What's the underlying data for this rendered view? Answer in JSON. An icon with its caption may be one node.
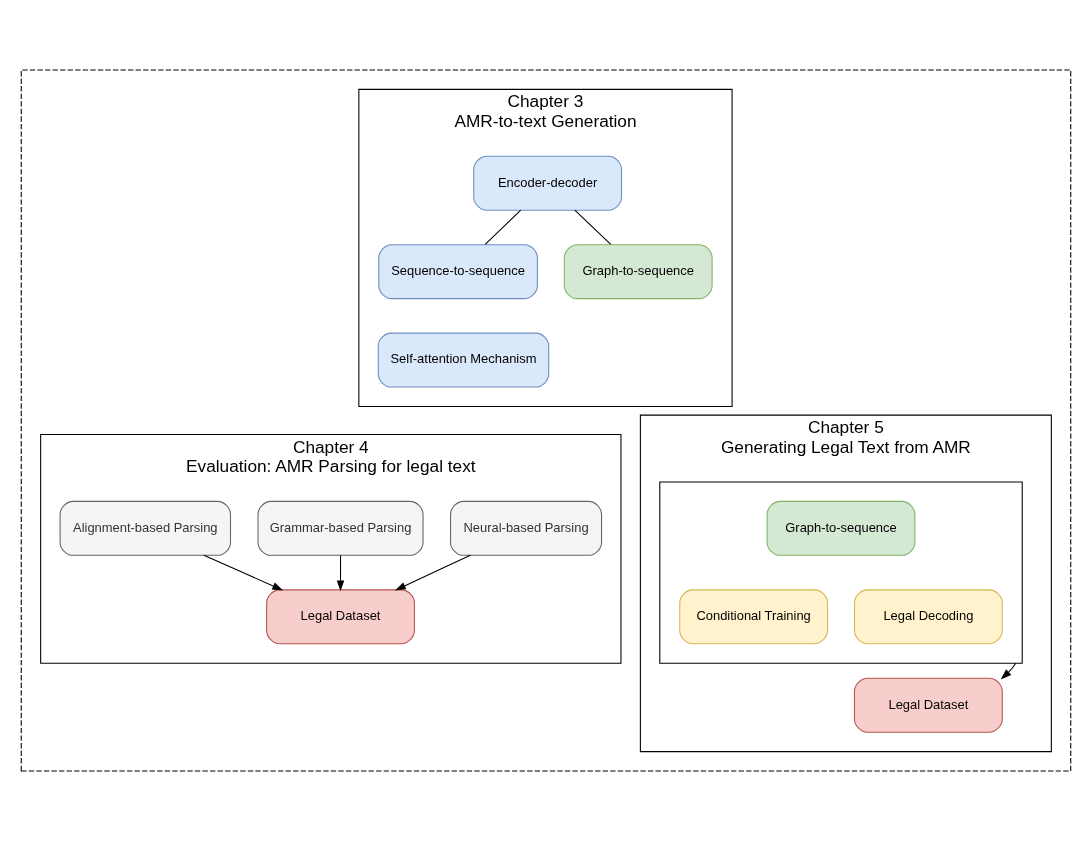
{
  "diagram": {
    "nodes": [
      {
        "text": [],
        "shape": "box"
      },
      {
        "text": [
          "Chapter 3",
          "AMR-to-text Generation"
        ],
        "in": 0
      },
      {
        "text": [
          "Encoder-decoder"
        ],
        "in": 1
      },
      {
        "text": [
          "Sequence-to-sequence"
        ],
        "in": 1
      },
      {
        "text": [
          "Graph-to-sequence"
        ],
        "in": 1
      },
      {
        "text": [
          "Self-attention Mechanism"
        ],
        "in": 1
      },
      {
        "text": [
          "Chapter 4",
          "Evaluation: AMR Parsing for legal text"
        ],
        "in": 0
      },
      {
        "text": [
          "Alignment-based Parsing"
        ],
        "in": 6
      },
      {
        "text": [
          "Grammar-based Parsing"
        ],
        "in": 6
      },
      {
        "text": [
          "Neural-based Parsing"
        ],
        "in": 6
      },
      {
        "text": [
          "Legal Dataset"
        ],
        "in": 6
      },
      {
        "text": [
          "Chapter 5",
          "Generating Legal Text from AMR"
        ],
        "in": 0
      },
      {
        "text": [],
        "shape": "box",
        "in": 11
      },
      {
        "text": [
          "Graph-to-sequence"
        ],
        "in": 12
      },
      {
        "text": [
          "Conditional Training"
        ],
        "in": 12
      },
      {
        "text": [
          "Legal Decoding"
        ],
        "in": 12
      },
      {
        "text": [
          "Legal Dataset"
        ],
        "in": 11
      }
    ],
    "edges": [
      {
        "from": 2,
        "to": 3,
        "arrow": "none"
      },
      {
        "from": 2,
        "to": 4,
        "arrow": "none"
      },
      {
        "from": 7,
        "to": 10,
        "arrow": "to"
      },
      {
        "from": 8,
        "to": 10,
        "arrow": "to"
      },
      {
        "from": 9,
        "to": 10,
        "arrow": "to"
      },
      {
        "from": 12,
        "to": 16,
        "arrow": "to"
      }
    ]
  }
}
